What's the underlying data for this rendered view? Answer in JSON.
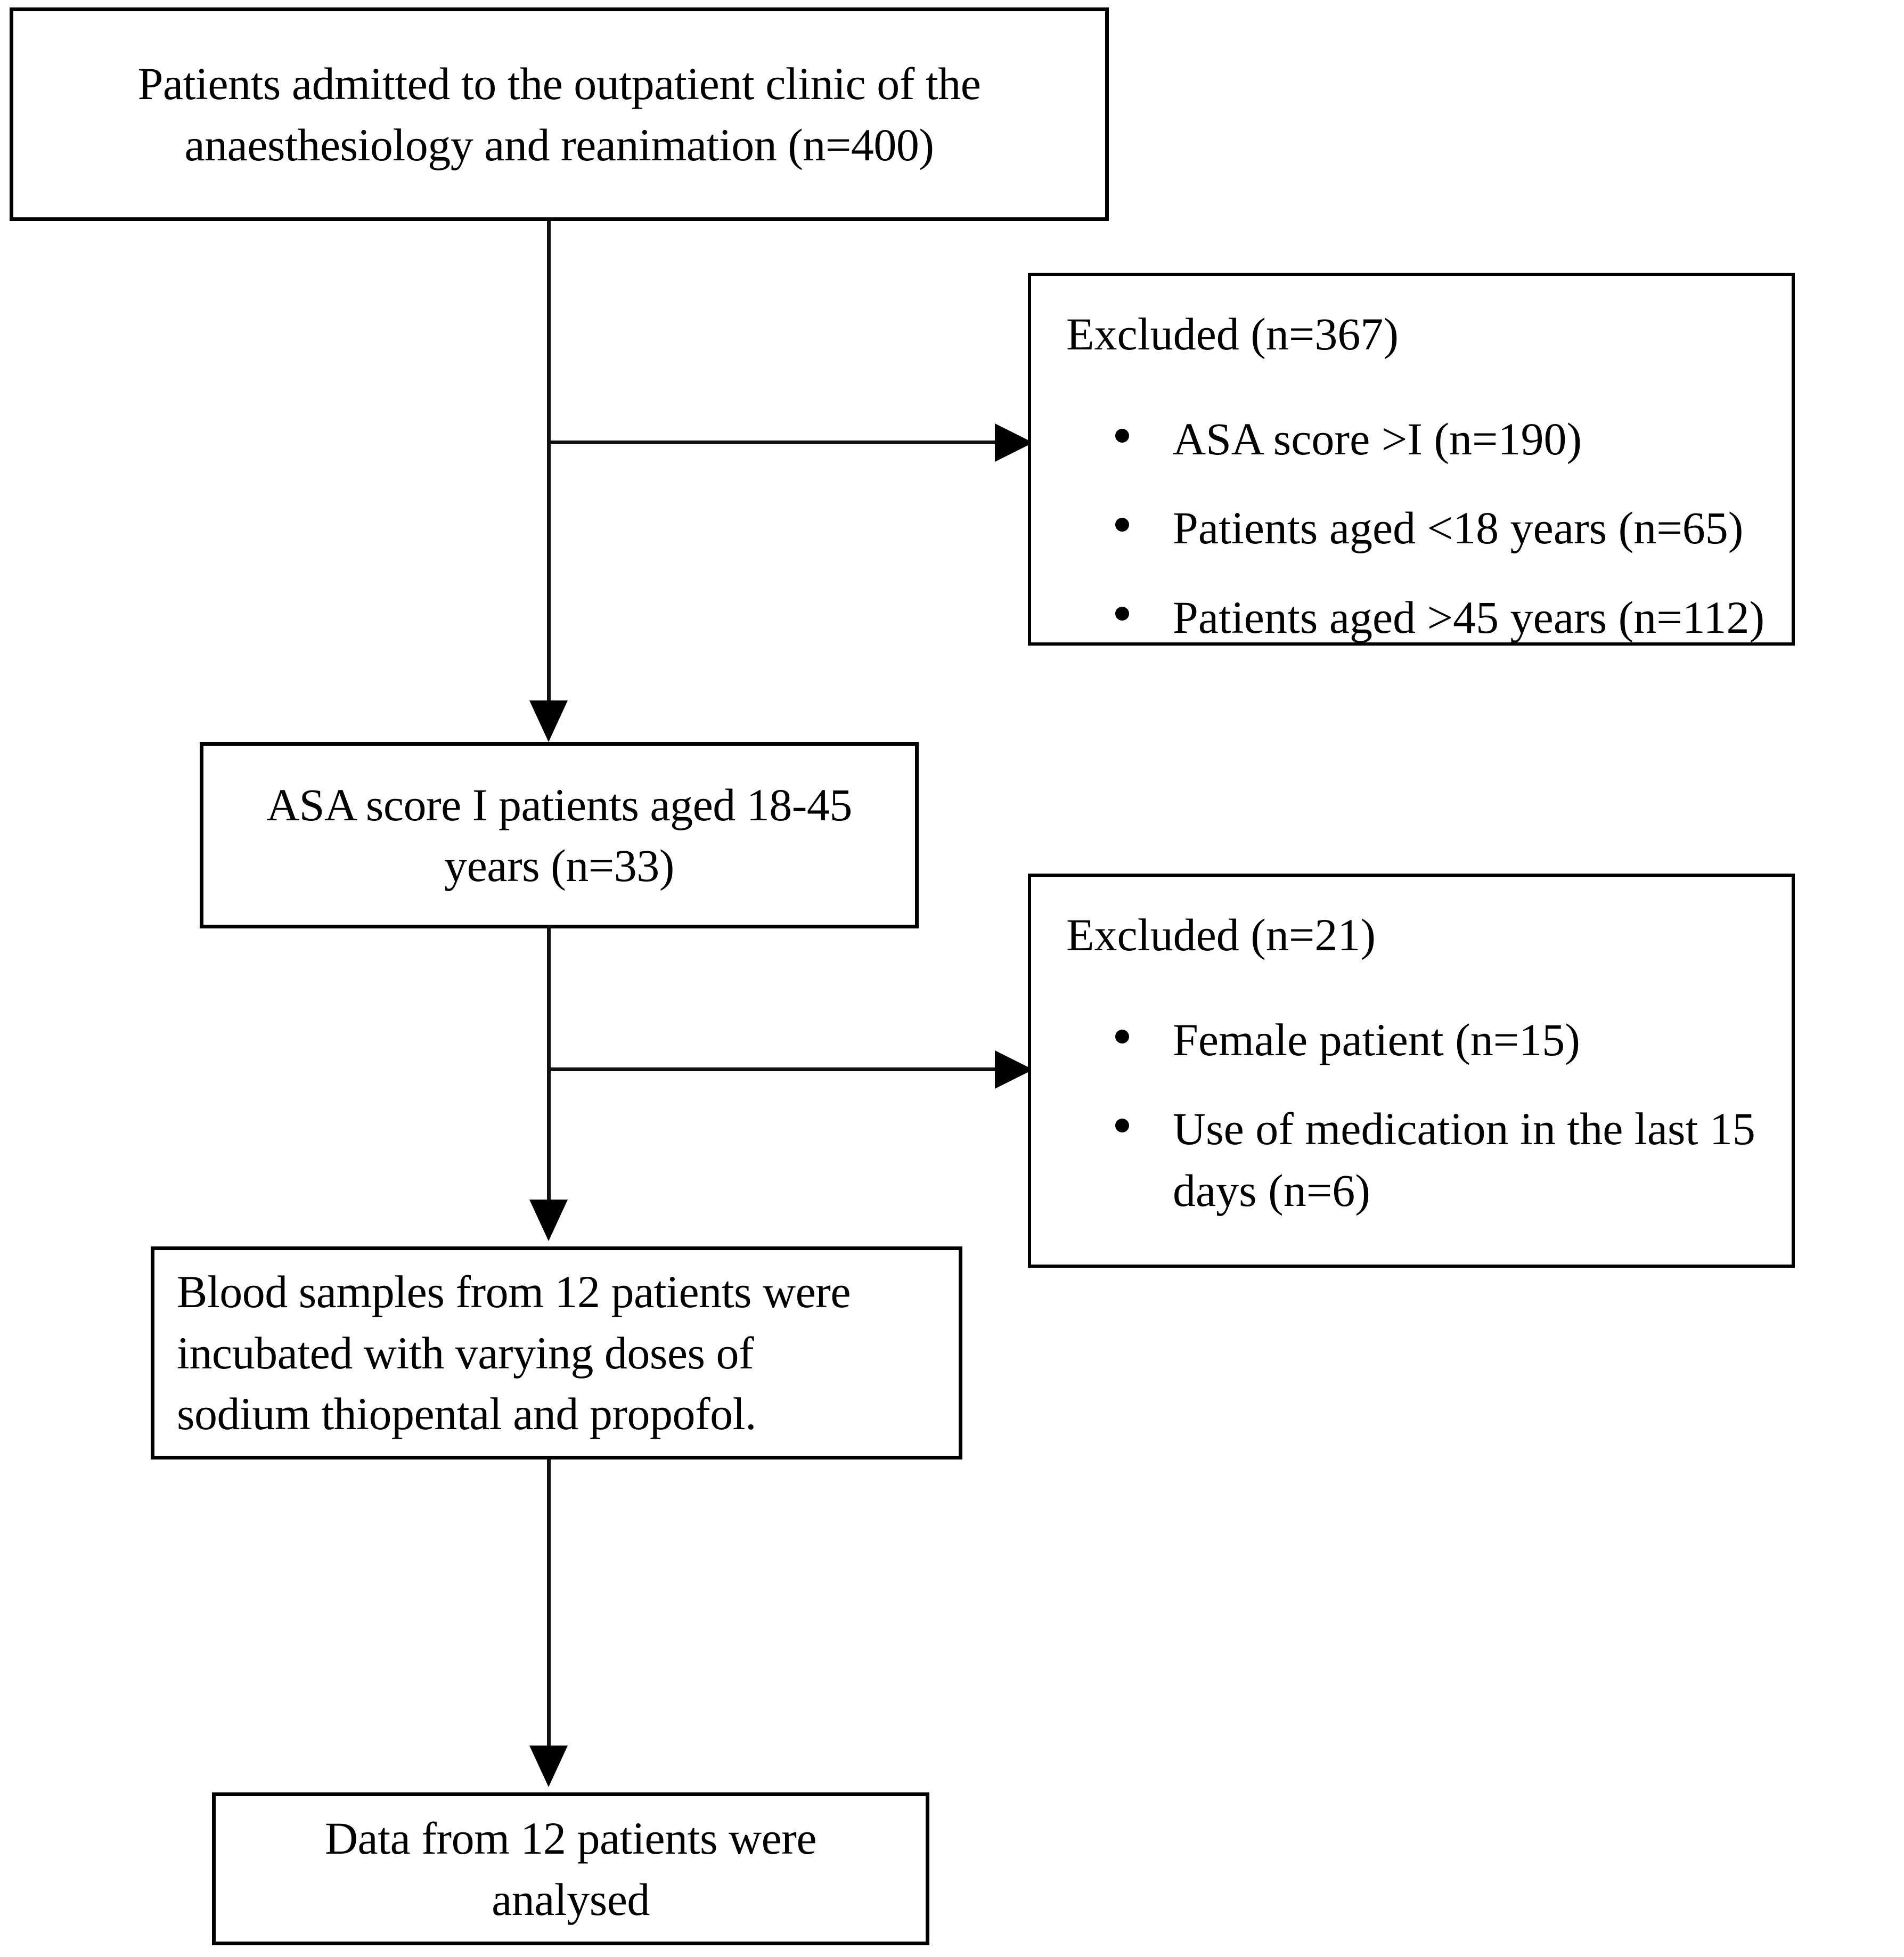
{
  "diagram": {
    "title": "Patient selection flow diagram",
    "accent_color": "#000000",
    "background_color": "#ffffff",
    "nodes": {
      "admitted": {
        "text": "Patients admitted to the outpatient clinic of the\nanaesthesiology and reanimation (n=400)",
        "align": "center"
      },
      "eligible": {
        "text": "ASA score I patients aged 18-45\nyears (n=33)",
        "align": "center"
      },
      "incubated": {
        "text": "Blood samples from 12 patients were\nincubated with varying doses of\nsodium thiopental and propofol.",
        "align": "left"
      },
      "analysed": {
        "text": "Data from 12 patients were\nanalysed",
        "align": "center"
      }
    },
    "excluded_first": {
      "title": "Excluded (n=367)",
      "reasons": [
        "ASA score >I (n=190)",
        "Patients aged <18 years (n=65)",
        "Patients aged >45 years (n=112)"
      ]
    },
    "excluded_second": {
      "title": "Excluded (n=21)",
      "reasons": [
        "Female patient (n=15)",
        "Use of medication in the last 15 days (n=6)"
      ]
    }
  }
}
